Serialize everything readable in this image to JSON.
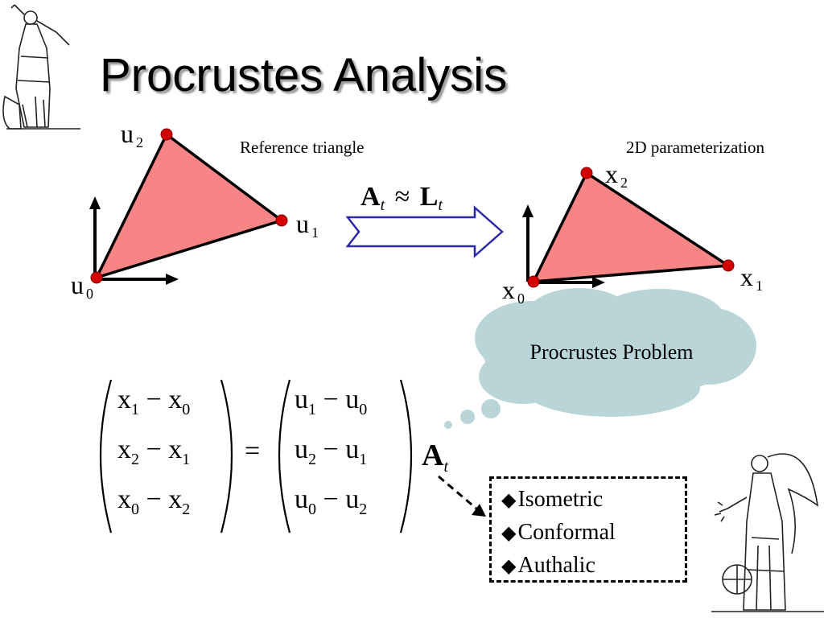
{
  "slide": {
    "title": "Procrustes Analysis",
    "reference_caption": "Reference triangle",
    "param_caption": "2D parameterization",
    "cloud_text": "Procrustes Problem"
  },
  "reference_triangle": {
    "labels": [
      {
        "base": "u",
        "sub": "0"
      },
      {
        "base": "u",
        "sub": "1"
      },
      {
        "base": "u",
        "sub": "2"
      }
    ]
  },
  "param_triangle": {
    "labels": [
      {
        "base": "x",
        "sub": "0"
      },
      {
        "base": "x",
        "sub": "1"
      },
      {
        "base": "x",
        "sub": "2"
      }
    ]
  },
  "arrow_formula": {
    "lhs": "A",
    "lhs_sub": "t",
    "op": "≈",
    "rhs": "L",
    "rhs_sub": "t"
  },
  "equation": {
    "left_rows": [
      [
        "x",
        "1",
        "−",
        "x",
        "0"
      ],
      [
        "x",
        "2",
        "−",
        "x",
        "1"
      ],
      [
        "x",
        "0",
        "−",
        "x",
        "2"
      ]
    ],
    "equals": "=",
    "right_rows": [
      [
        "u",
        "1",
        "−",
        "u",
        "0"
      ],
      [
        "u",
        "2",
        "−",
        "u",
        "1"
      ],
      [
        "u",
        "0",
        "−",
        "u",
        "2"
      ]
    ],
    "factor": "A",
    "factor_sub": "t"
  },
  "options": {
    "bullet": "◆",
    "items": [
      "Isometric",
      "Conformal",
      "Authalic"
    ]
  },
  "colors": {
    "triangle_fill": "#f78585",
    "vertex": "#d40000",
    "arrow_stroke": "#2a2aa8",
    "cloud_fill": "#b9d5d8",
    "title_shadow": "#9a9a9a"
  },
  "icons": [
    "statue-figure-icon",
    "winged-statue-icon"
  ]
}
